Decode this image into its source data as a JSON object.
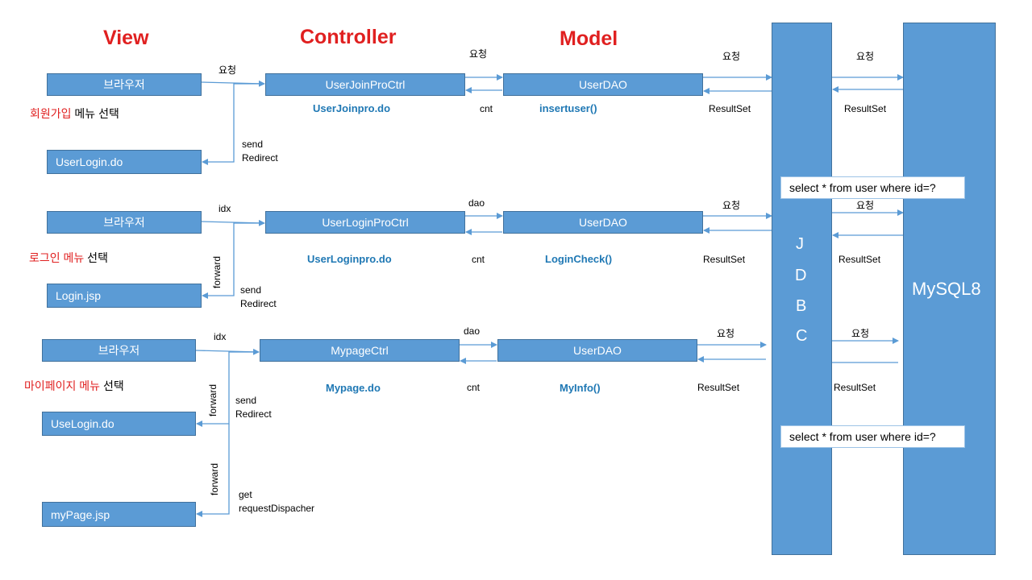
{
  "columns": {
    "view": "View",
    "controller": "Controller",
    "model": "Model"
  },
  "jdbc_letters": [
    "J",
    "D",
    "B",
    "C"
  ],
  "db_label": "MySQL8",
  "sql_query": "select * from user where id=?",
  "rows": [
    {
      "browser": "브라우저",
      "menu_red": "회원가입",
      "menu_rest": " 메뉴 선택",
      "browser_to_ctrl_label": "요청",
      "ctrl": "UserJoinProCtrl",
      "ctrl_do": "UserJoinpro.do",
      "ctrl_to_dao_label": "요청",
      "dao_return_label": "cnt",
      "dao": "UserDAO",
      "dao_method": "insertuser()",
      "dao_to_jdbc_label": "요청",
      "jdbc_return_label": "ResultSet",
      "jdbc_to_db_label": "요청",
      "db_return_label": "ResultSet",
      "redirect_target": "UserLogin.do",
      "redirect_label": [
        "send",
        "Redirect"
      ]
    },
    {
      "browser": "브라우저",
      "menu_red": "로그인 메뉴",
      "menu_rest": " 선택",
      "browser_to_ctrl_label": "idx",
      "ctrl": "UserLoginProCtrl",
      "ctrl_do": "UserLoginpro.do",
      "ctrl_to_dao_label": "dao",
      "dao_return_label": "cnt",
      "dao": "UserDAO",
      "dao_method": "LoginCheck()",
      "dao_to_jdbc_label": "요청",
      "jdbc_return_label": "ResultSet",
      "jdbc_to_db_label": "요청",
      "db_return_label": "ResultSet",
      "redirect_target": "Login.jsp",
      "forward_label": "forward",
      "redirect_label": [
        "send",
        "Redirect"
      ]
    },
    {
      "browser": "브라우저",
      "menu_red": "마이페이지 메뉴",
      "menu_rest": " 선택",
      "browser_to_ctrl_label": "idx",
      "ctrl": "MypageCtrl",
      "ctrl_do": "Mypage.do",
      "ctrl_to_dao_label": "dao",
      "dao_return_label": "cnt",
      "dao": "UserDAO",
      "dao_method": "MyInfo()",
      "dao_to_jdbc_label": "요청",
      "jdbc_return_label": "ResultSet",
      "jdbc_to_db_label": "요청",
      "db_return_label": "ResultSet",
      "redirect_target": "UseLogin.do",
      "forward_label": "forward",
      "redirect_label": [
        "send",
        "Redirect"
      ],
      "dispatch_target": "myPage.jsp",
      "dispatch_forward_label": "forward",
      "dispatch_label": [
        "get",
        "requestDispacher"
      ]
    }
  ]
}
